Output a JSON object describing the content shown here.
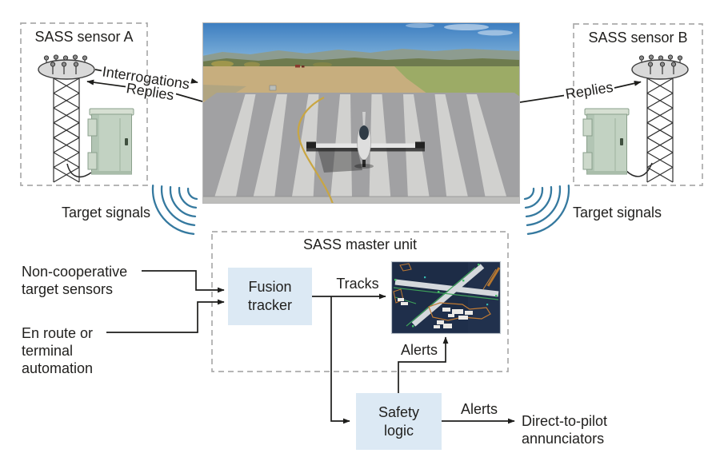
{
  "sensor_a": {
    "title": "SASS sensor A"
  },
  "sensor_b": {
    "title": "SASS sensor B"
  },
  "links": {
    "interrogations": "Interrogations",
    "replies_left": "Replies",
    "replies_right": "Replies",
    "target_signals_left": "Target signals",
    "target_signals_right": "Target signals",
    "tracks": "Tracks",
    "alerts_display": "Alerts",
    "alerts_output": "Alerts"
  },
  "inputs": {
    "non_cooperative": {
      "line1": "Non-cooperative",
      "line2": "target sensors"
    },
    "en_route": {
      "line1": "En route or",
      "line2": "terminal",
      "line3": "automation"
    }
  },
  "master_unit": {
    "title": "SASS master unit",
    "fusion_tracker": {
      "line1": "Fusion",
      "line2": "tracker"
    },
    "safety_logic": {
      "line1": "Safety",
      "line2": "logic"
    }
  },
  "output": {
    "direct_to_pilot": {
      "line1": "Direct-to-pilot",
      "line2": "annunciators"
    }
  },
  "colors": {
    "box_fill": "#dce9f4",
    "signal_arc": "#35799f",
    "dashed_border": "#ababab",
    "line": "#1d1d1b"
  }
}
